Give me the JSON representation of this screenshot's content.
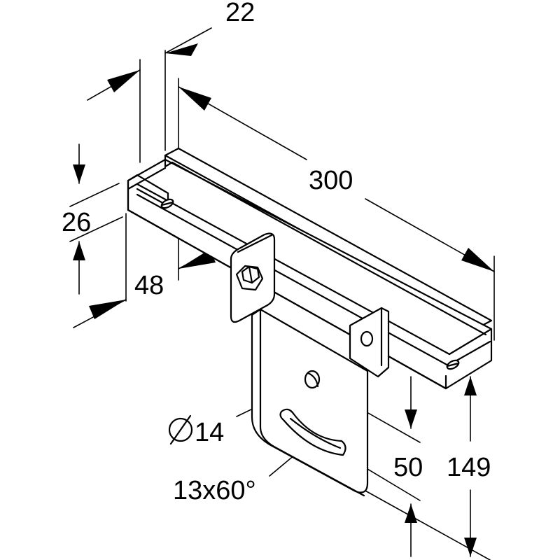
{
  "dimensions": {
    "width_22": "22",
    "length_300": "300",
    "height_26": "26",
    "depth_48": "48",
    "hole_14": "14",
    "slot_13x60": "13x60°",
    "drop_50": "50",
    "drop_149": "149"
  },
  "diameter_symbol": "diameter-symbol"
}
